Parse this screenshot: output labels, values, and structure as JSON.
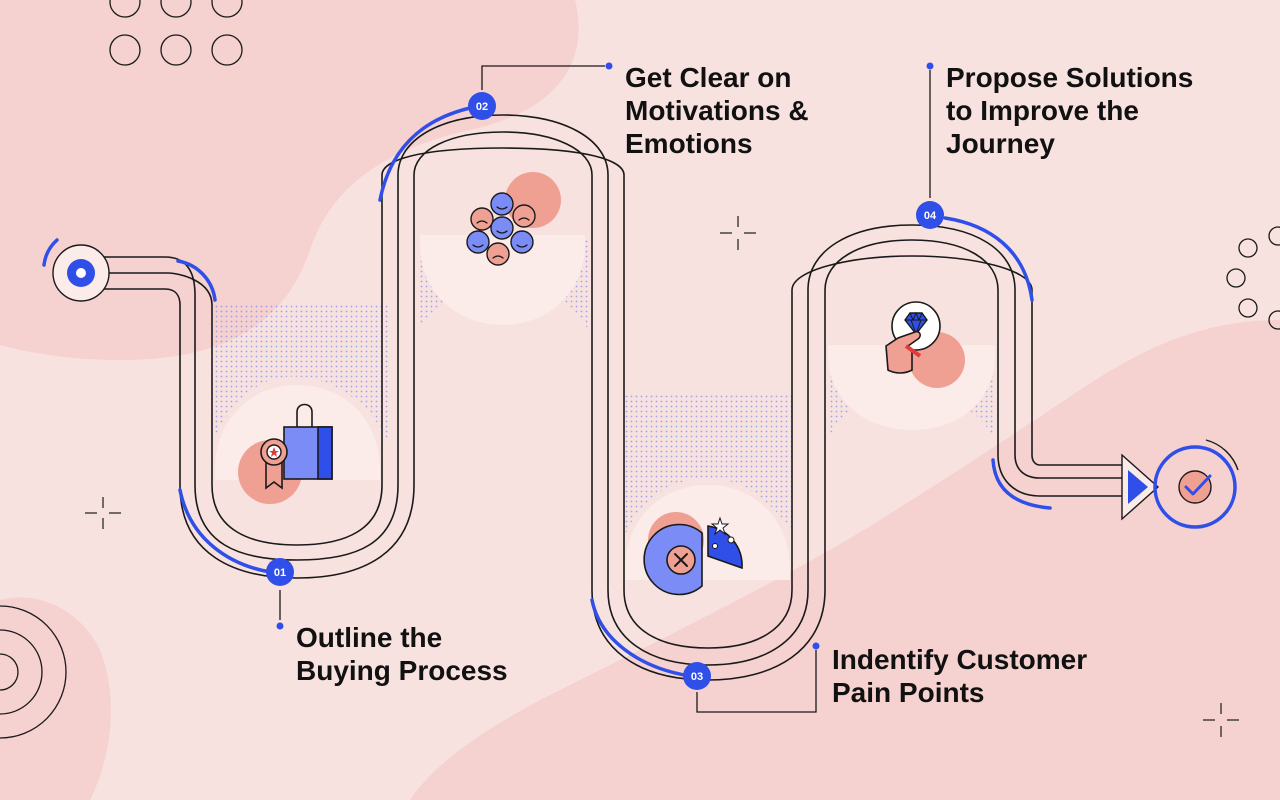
{
  "colors": {
    "background": "#f8e2e0",
    "blob": "#f6d2d1",
    "accent_blue": "#2f4fe8",
    "light_blue": "#7b8cf6",
    "coral": "#f0a093",
    "line": "#1a1a1a"
  },
  "steps": [
    {
      "number": "01",
      "label_lines": [
        "Outline the",
        "Buying Process"
      ],
      "icon": "shopping-bag-award-icon"
    },
    {
      "number": "02",
      "label_lines": [
        "Get Clear on",
        "Motivations &",
        "Emotions"
      ],
      "icon": "emotion-faces-icon"
    },
    {
      "number": "03",
      "label_lines": [
        "Indentify Customer",
        "Pain Points"
      ],
      "icon": "pie-chart-error-icon"
    },
    {
      "number": "04",
      "label_lines": [
        "Propose Solutions",
        "to Improve the",
        "Journey"
      ],
      "icon": "hand-diamond-icon"
    }
  ],
  "start_icon": "start-point-icon",
  "end_icon": "checkmark-goal-icon",
  "arrow_icon": "play-arrow-icon"
}
